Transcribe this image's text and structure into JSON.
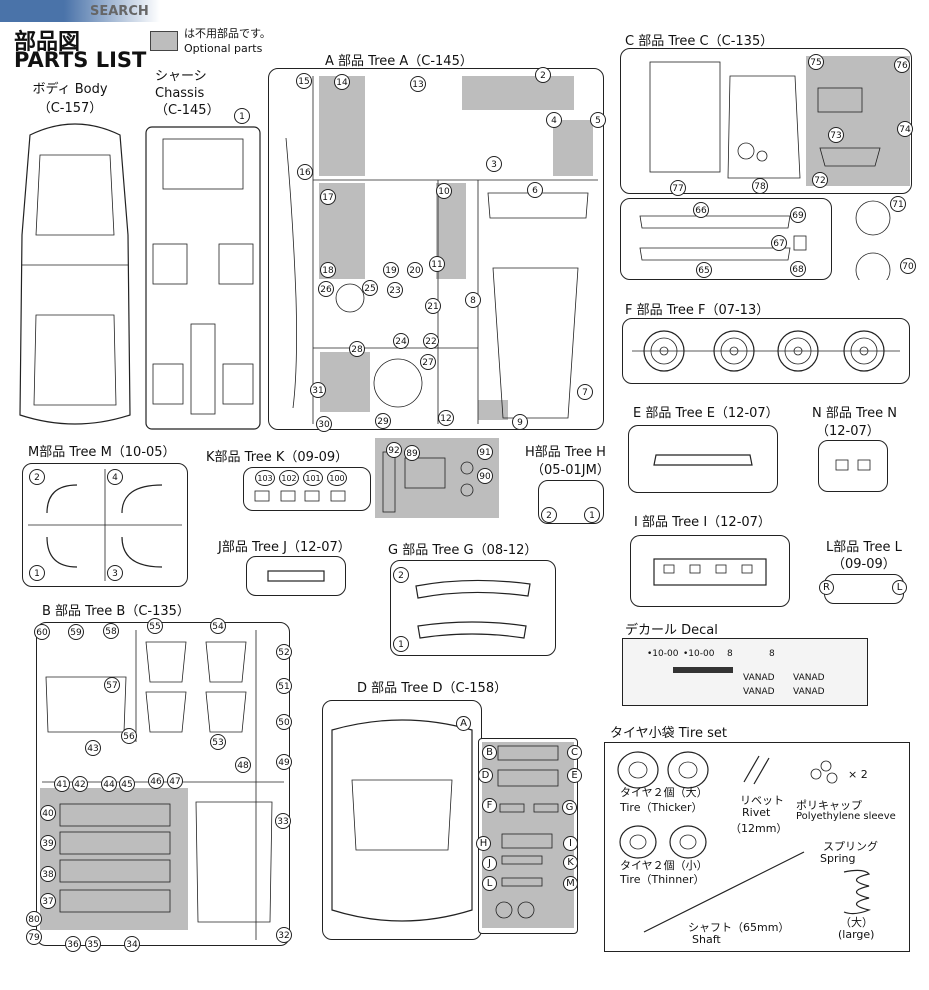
{
  "watermark": "SEARCH",
  "header": {
    "title_jp": "部品図",
    "title_en": "PARTS LIST",
    "legend_jp": "は不用部品です。",
    "legend_en": "Optional parts"
  },
  "body_label": {
    "jp": "ボディ Body",
    "code": "（C-157）"
  },
  "chassis_label": {
    "jp": "シャーシ",
    "en": "Chassis",
    "code": "（C-145）"
  },
  "trees": {
    "a": "A 部品 Tree A（C-145）",
    "c": "C 部品 Tree C（C-135）",
    "f": "F 部品 Tree F（07-13）",
    "e": "E 部品 Tree E（12-07）",
    "n": "N 部品 Tree N",
    "n_code": "（12-07）",
    "m": "M部品 Tree M（10-05）",
    "k": "K部品 Tree K（09-09）",
    "h": "H部品 Tree H",
    "h_code": "（05-01JM）",
    "j": "J部品 Tree J（12-07）",
    "g": "G 部品 Tree G（08-12）",
    "i": "I 部品 Tree I（12-07）",
    "l": "L部品 Tree L",
    "l_code": "（09-09）",
    "b": "B 部品 Tree B（C-135）",
    "d": "D 部品 Tree D（C-158）"
  },
  "decal": {
    "title": "デカール Decal"
  },
  "tire_set": {
    "title": "タイヤ小袋 Tire set",
    "thick_jp": "タイヤ２個（大）",
    "thick_en": "Tire（Thicker）",
    "thin_jp": "タイヤ２個（小）",
    "thin_en": "Tire（Thinner）",
    "rivet_jp": "リベット",
    "rivet_en": "Rivet",
    "rivet_size": "（12mm）",
    "poly_jp": "ポリキャップ",
    "poly_en": "Polyethylene sleeve",
    "poly_qty": "× 2",
    "spring_jp": "スプリング",
    "spring_en": "Spring",
    "spring_size_jp": "（大）",
    "spring_size_en": "(large)",
    "shaft_jp": "シャフト（65mm）",
    "shaft_en": "Shaft"
  },
  "part_numbers": {
    "a": [
      "15",
      "14",
      "13",
      "2",
      "16",
      "4",
      "5",
      "3",
      "17",
      "10",
      "6",
      "18",
      "19",
      "11",
      "26",
      "25",
      "23",
      "21",
      "8",
      "22",
      "24",
      "28",
      "31",
      "27",
      "7",
      "30",
      "29",
      "12",
      "9",
      "1"
    ],
    "c": [
      "75",
      "76",
      "74",
      "73",
      "72",
      "77",
      "78",
      "66",
      "69",
      "71",
      "67",
      "68",
      "70",
      "65"
    ],
    "k": [
      "103",
      "102",
      "101",
      "100"
    ],
    "h_top": [
      "92",
      "89",
      "91",
      "90"
    ],
    "h": [
      "2",
      "1"
    ],
    "m": [
      "2",
      "4",
      "1",
      "3"
    ],
    "g": [
      "2",
      "1"
    ],
    "b": [
      "60",
      "59",
      "58",
      "55",
      "54",
      "52",
      "57",
      "51",
      "50",
      "56",
      "53",
      "43",
      "48",
      "49",
      "41",
      "42",
      "44",
      "45",
      "46",
      "47",
      "40",
      "33",
      "39",
      "38",
      "37",
      "80",
      "79",
      "36",
      "35",
      "34",
      "32"
    ],
    "d_letters": [
      "A",
      "B",
      "C",
      "D",
      "E",
      "F",
      "G",
      "H",
      "I",
      "J",
      "K",
      "L",
      "M"
    ],
    "l": [
      "R",
      "L"
    ]
  },
  "decal_text": {
    "plate1": "•10-00",
    "plate2": "•10-00",
    "plate3": "8",
    "plate4": "8",
    "vanad": "VANAD"
  }
}
